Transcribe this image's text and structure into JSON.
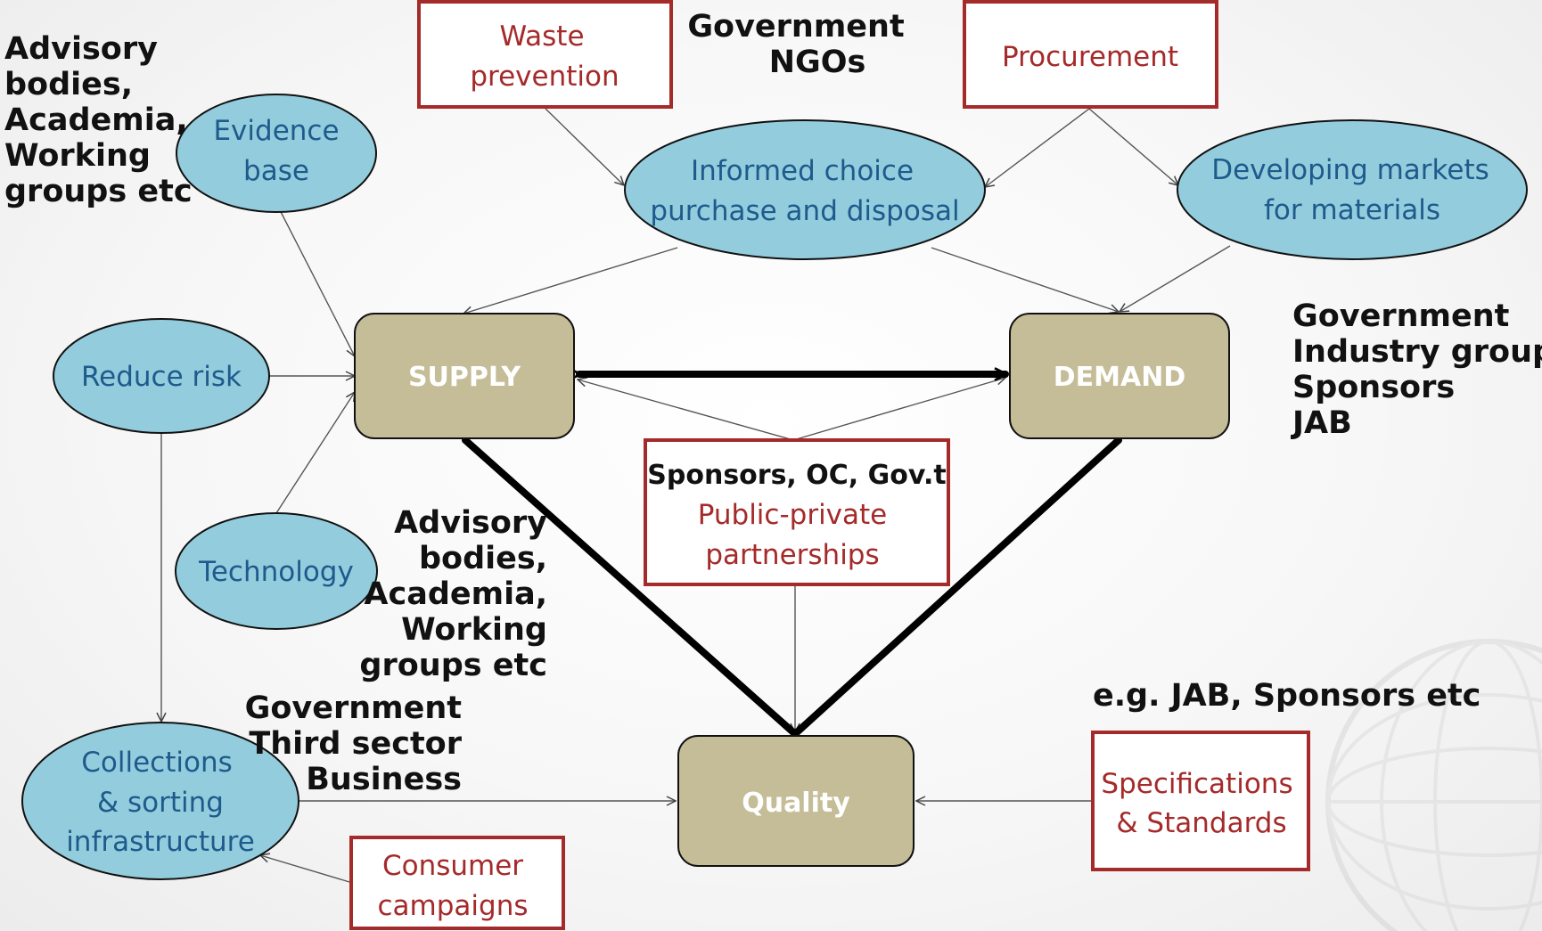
{
  "colors": {
    "ellipse_fill": "#93cddd",
    "ellipse_text": "#1e5a8c",
    "node_fill": "#c4bd97",
    "node_text": "#ffffff",
    "box_border": "#a52a2a",
    "box_text": "#a52a2a",
    "label_text": "#111111",
    "thin_arrow": "#555555",
    "thick_line": "#000000"
  },
  "nodes": {
    "supply": "SUPPLY",
    "demand": "DEMAND",
    "quality": "Quality"
  },
  "ellipses": {
    "evidence_base": [
      "Evidence",
      "base"
    ],
    "reduce_risk": [
      "Reduce risk"
    ],
    "technology": [
      "Technology"
    ],
    "informed_choice": [
      "Informed choice",
      "purchase and disposal"
    ],
    "developing_markets": [
      "Developing markets",
      "for materials"
    ],
    "collections": [
      "Collections",
      "& sorting",
      "infrastructure"
    ]
  },
  "boxes": {
    "waste_prevention": [
      "Waste",
      "prevention"
    ],
    "procurement": [
      "Procurement"
    ],
    "ppp_header": "Sponsors, OC, Gov.t",
    "ppp": [
      "Public-private",
      "partnerships"
    ],
    "consumer_campaigns": [
      "Consumer",
      "campaigns"
    ],
    "specifications": [
      "Specifications",
      "& Standards"
    ]
  },
  "labels": {
    "advisory_top_left": [
      "Advisory",
      "bodies,",
      "Academia,",
      "Working",
      "groups etc"
    ],
    "government_ngos": [
      "Government",
      "NGOs"
    ],
    "government_industry": [
      "Government",
      "Industry groups",
      "Sponsors",
      "JAB"
    ],
    "advisory_center": [
      "Advisory",
      "bodies,",
      "Academia,",
      "Working",
      "groups etc"
    ],
    "government_third_sector": [
      "Government",
      "Third sector",
      "Business"
    ],
    "eg_jab": "e.g. JAB, Sponsors etc"
  }
}
